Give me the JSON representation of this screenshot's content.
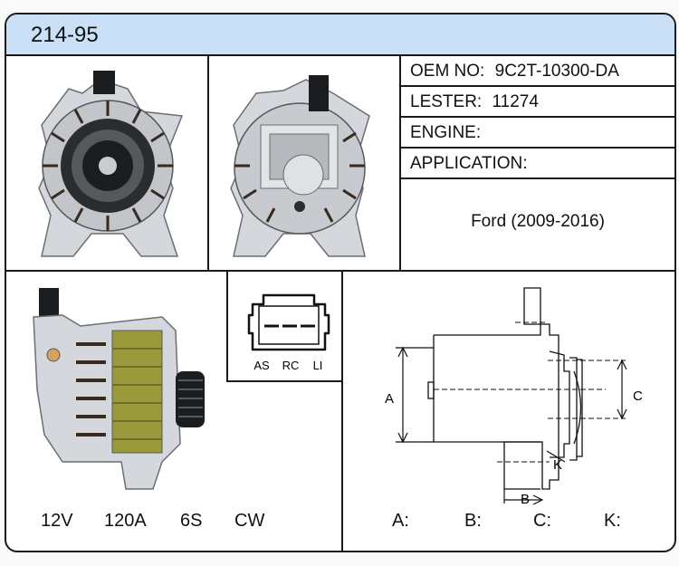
{
  "title": "214-95",
  "info": {
    "oem_label": "OEM NO:",
    "oem_value": "9C2T-10300-DA",
    "lester_label": "LESTER:",
    "lester_value": "11274",
    "engine_label": "ENGINE:",
    "engine_value": "",
    "application_label": "APPLICATION:",
    "application_value": "Ford (2009-2016)"
  },
  "specs": {
    "voltage": "12V",
    "amperage": "120A",
    "pulley": "6S",
    "rotation": "CW"
  },
  "connector": {
    "pins": [
      "AS",
      "RC",
      "LI"
    ]
  },
  "dimensions": {
    "diagram_labels": {
      "a": "A",
      "b": "B",
      "c": "C",
      "k": "K"
    },
    "a_label": "A:",
    "a_value": "",
    "b_label": "B:",
    "b_value": "",
    "c_label": "C:",
    "c_value": "",
    "k_label": "K:",
    "k_value": ""
  },
  "colors": {
    "header_bg": "#c9e0f6",
    "border": "#1a1a1a"
  }
}
